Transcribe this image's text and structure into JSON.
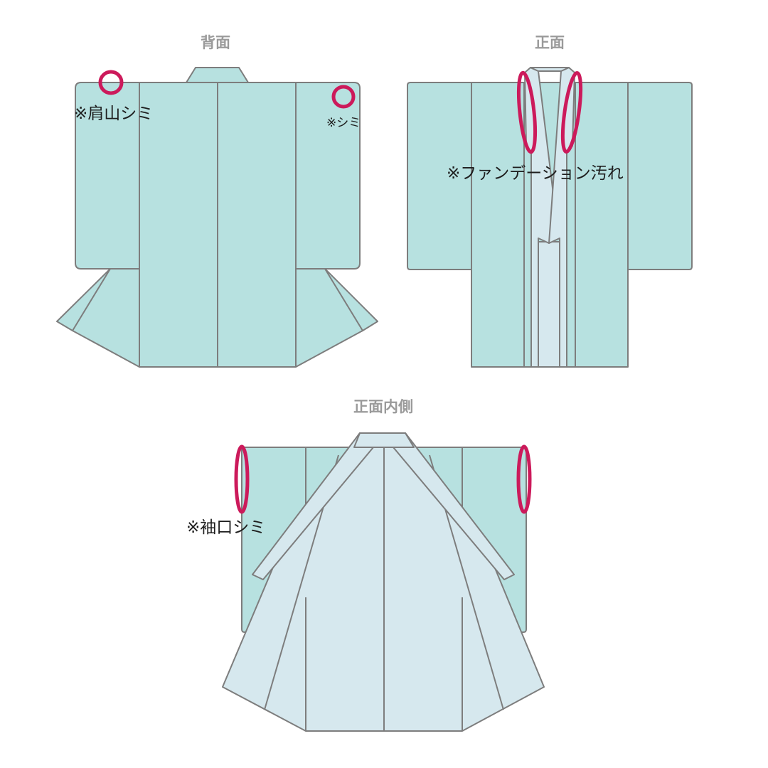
{
  "colors": {
    "fabric": "#b7e1e0",
    "lining": "#d6e8ee",
    "outline": "#7d7d7d",
    "marker": "#cc1a5b",
    "title": "#9a9a9a"
  },
  "views": {
    "back": {
      "title": "背面",
      "notes": {
        "shoulder_stain": "※肩山シミ",
        "stain": "※シミ"
      }
    },
    "front": {
      "title": "正面",
      "notes": {
        "foundation_stain": "※ファンデーション汚れ"
      }
    },
    "front_inside": {
      "title": "正面内側",
      "notes": {
        "cuff_stain": "※袖口シミ"
      }
    }
  }
}
